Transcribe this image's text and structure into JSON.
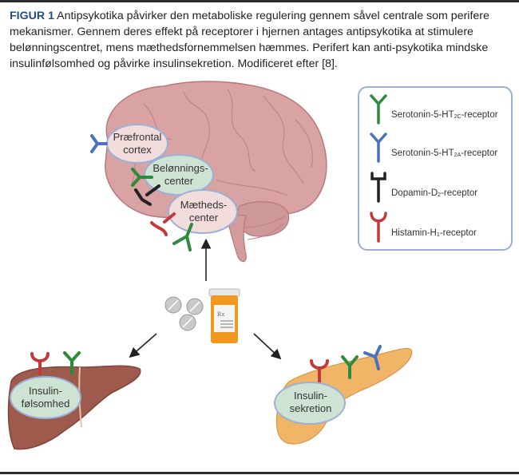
{
  "caption": {
    "figure_label": "FIGUR 1",
    "text": " Antipsykotika påvirker den metaboliske regulering gennem såvel centrale som perifere mekanismer. Gennem deres effekt på receptorer i hjernen antages antipsykotika at stimulere belønningscentret, mens mæthedsfornemmelsen hæmmes. Perifert kan anti-psykotika mindske insulinfølsomhed og påvirke insulinsekretion. Modificeret efter [8]."
  },
  "colors": {
    "figure_label": "#1f4e8c",
    "serotonin_2c": "#2e8b3e",
    "serotonin_2a": "#4a72c0",
    "dopamin_d2": "#222222",
    "histamin_h1": "#c23a3a",
    "brain": "#d9a3a3",
    "liver": "#9e5a4c",
    "pancreas": "#f0b567",
    "ellipse_green": "#cfe3d4",
    "ellipse_pink": "#f2dcdc",
    "ellipse_border": "#9bb0d6"
  },
  "brain_regions": {
    "praefrontal": [
      "Præfrontal",
      "cortex"
    ],
    "beloenning": [
      "Belønnings-",
      "center"
    ],
    "maetheds": [
      "Mætheds-",
      "center"
    ]
  },
  "organs": {
    "liver": [
      "Insulin-",
      "følsomhed"
    ],
    "pancreas": [
      "Insulin-",
      "sekretion"
    ]
  },
  "legend": {
    "items": [
      {
        "icon": "serotonin-2c-receptor-icon",
        "prefix": "Serotonin-5-HT",
        "sub": "2C",
        "suffix": "-receptor"
      },
      {
        "icon": "serotonin-2a-receptor-icon",
        "prefix": "Serotonin-5-HT",
        "sub": "2A",
        "suffix": "-receptor"
      },
      {
        "icon": "dopamin-d2-receptor-icon",
        "prefix": "Dopamin-D",
        "sub": "2",
        "suffix": "-receptor"
      },
      {
        "icon": "histamin-h1-receptor-icon",
        "prefix": "Histamin-H",
        "sub": "1",
        "suffix": "-receptor"
      }
    ]
  },
  "pill_bottle_label": "Rx"
}
